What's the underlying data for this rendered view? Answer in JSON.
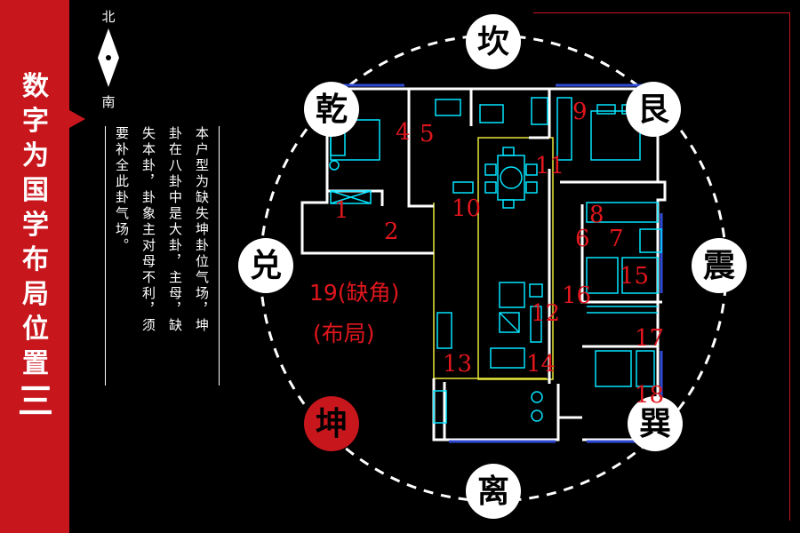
{
  "sidebar": {
    "title": "数字为国学布局位置",
    "roman": "三"
  },
  "compass": {
    "north": "北",
    "south": "南"
  },
  "description": {
    "lines": [
      "本户型为缺失坤卦位气场，坤",
      "卦在八卦中是大卦，主母，缺",
      "失本卦，卦象主对母不利，须",
      "要补全此卦气场。"
    ]
  },
  "bagua": {
    "kan": "坎",
    "gen": "艮",
    "zhen": "震",
    "xun": "巽",
    "li": "离",
    "kun": "坤",
    "dui": "兑",
    "qian": "乾"
  },
  "rooms": [
    "1",
    "2",
    "4",
    "5",
    "9",
    "10",
    "11",
    "8",
    "6",
    "7",
    "16",
    "15",
    "12",
    "13",
    "14",
    "17",
    "18"
  ],
  "missing_corner": {
    "label1": "19(缺角)",
    "label2": "(布局)"
  },
  "colors": {
    "accent_red": "#c8161d",
    "number_red": "#e0161d",
    "wall_white": "#ffffff",
    "fixture_cyan": "#00e5ff",
    "boundary_yellow": "#e8e83a",
    "window_blue": "#2f4bd6"
  }
}
